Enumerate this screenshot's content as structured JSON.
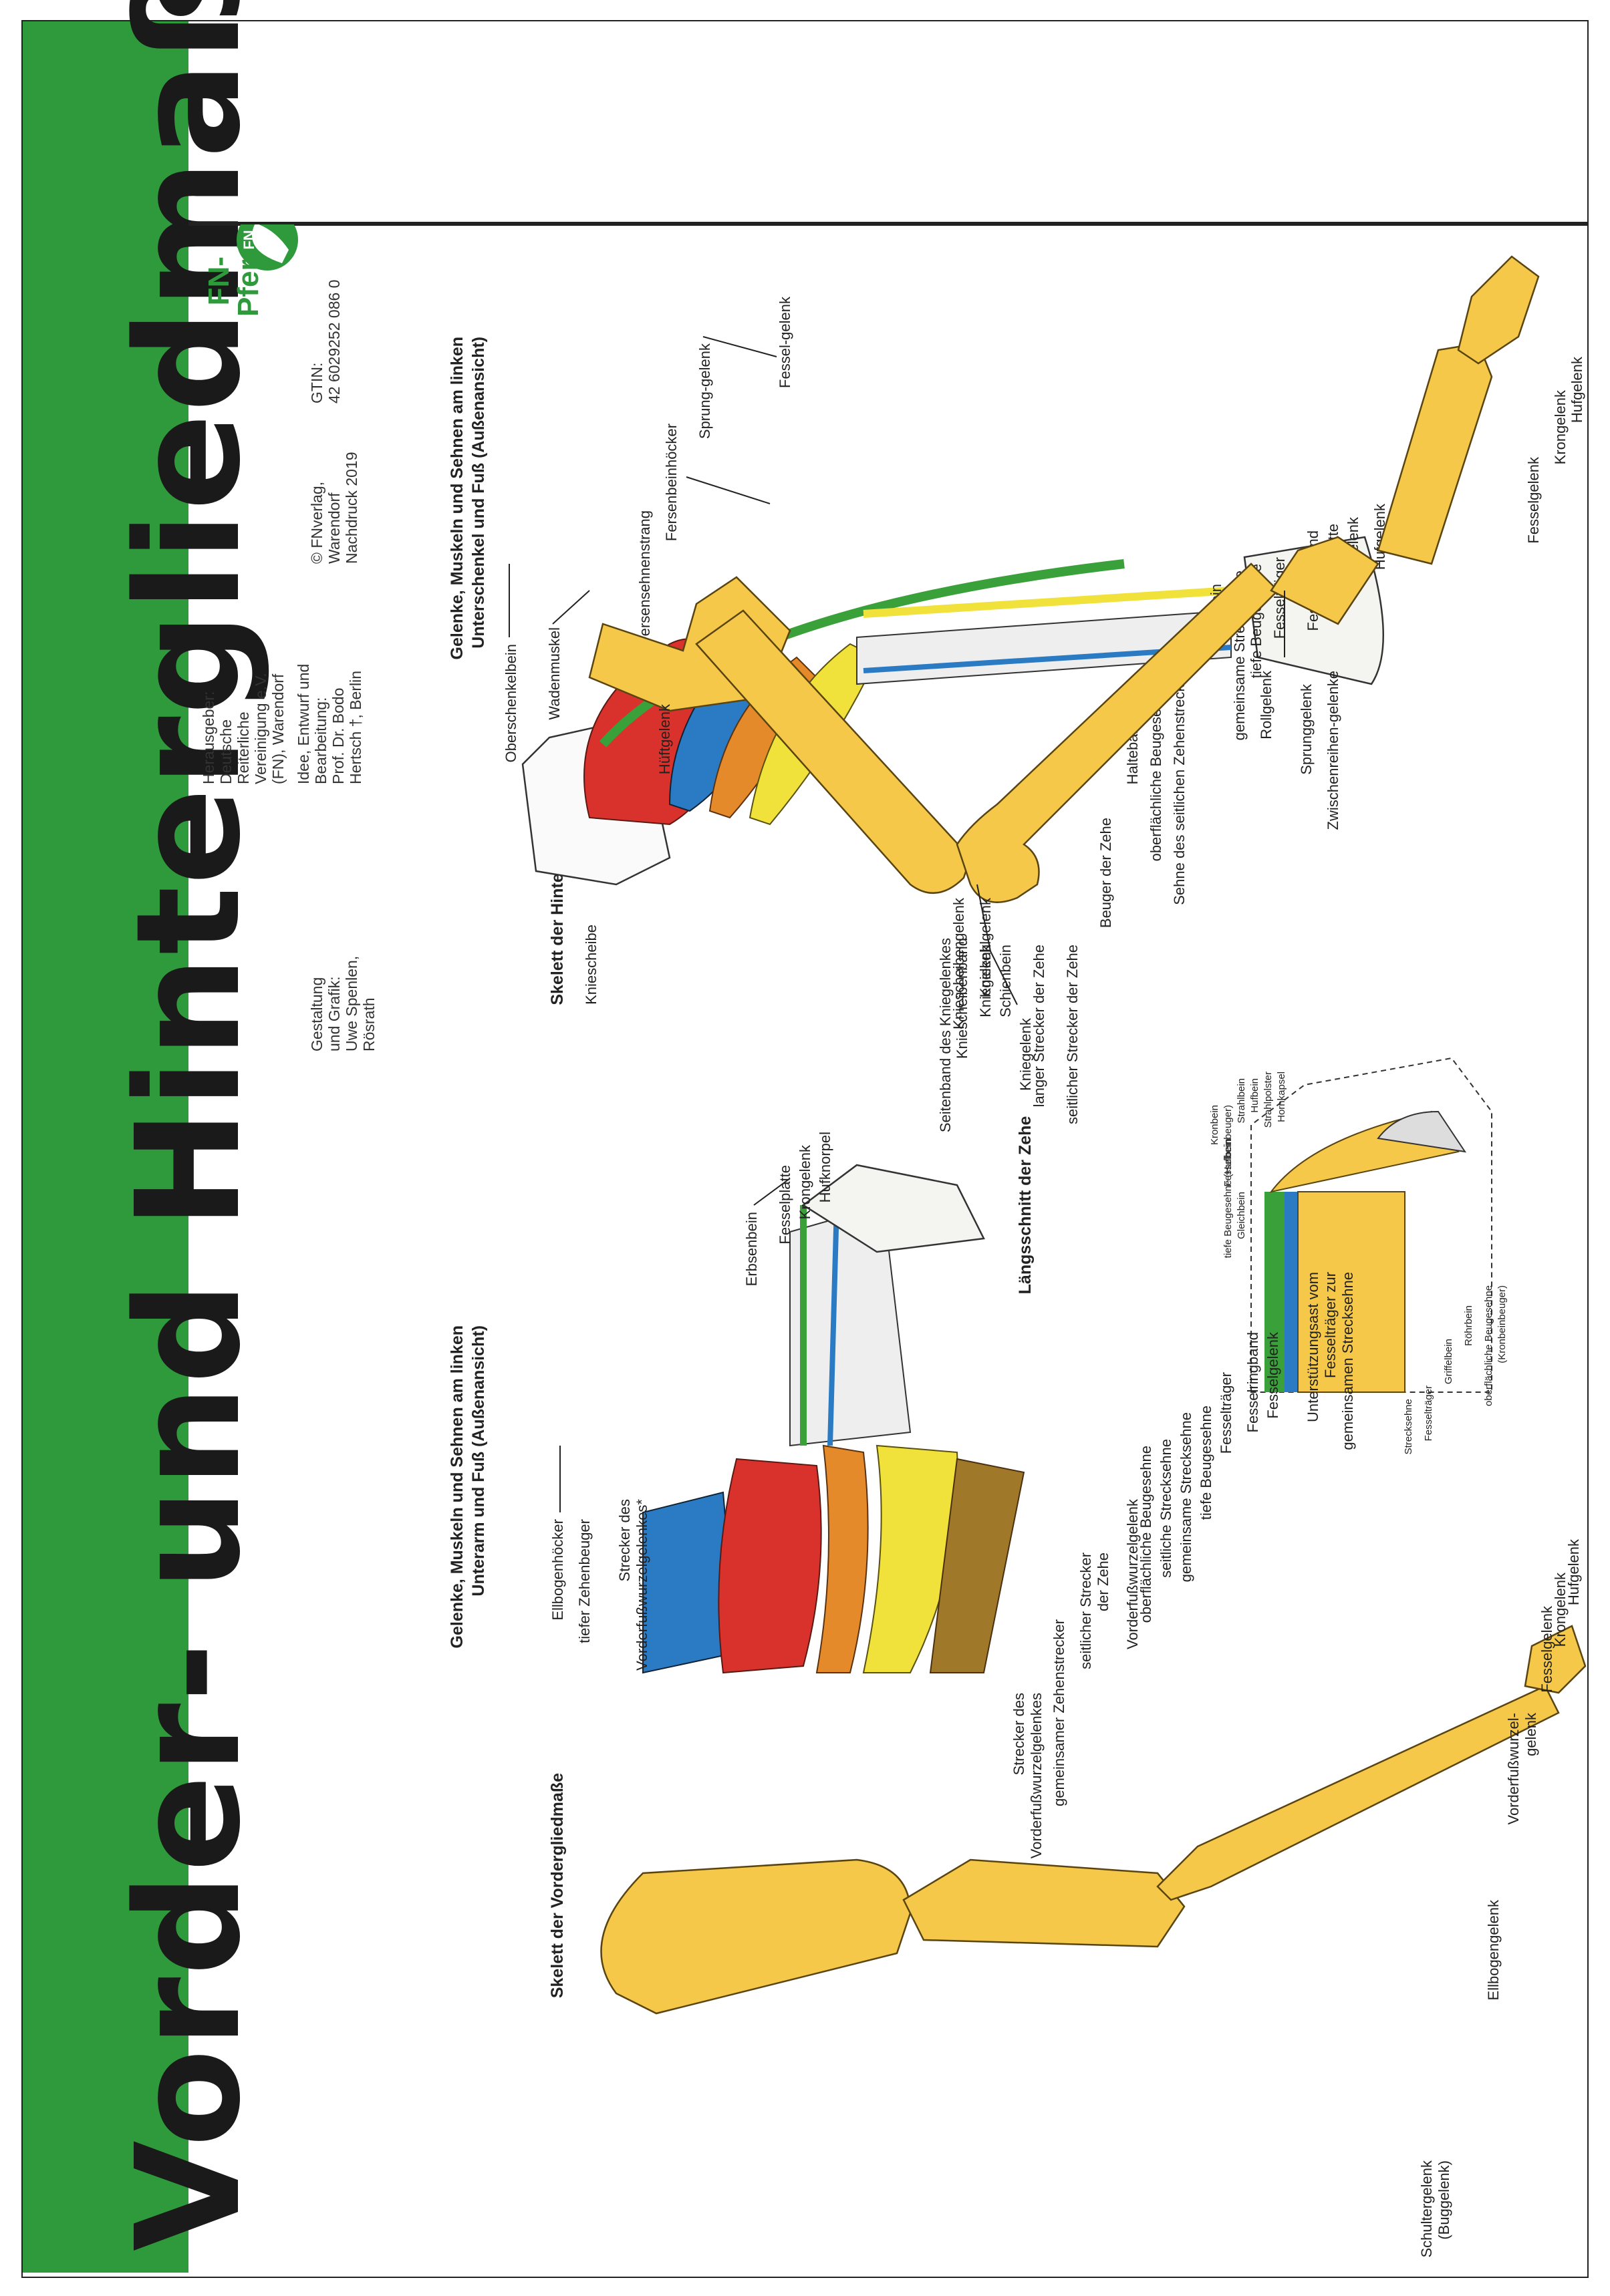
{
  "title": "Vorder- und Hintergliedmaße",
  "brand": {
    "name": "FN-",
    "line2": "Pferde-tafel"
  },
  "credits": {
    "publisher": "Herausgeber:",
    "publisher2": "Deutsche",
    "publisher3": "Reiterliche",
    "publisher4": "Vereinigung e.V.",
    "publisher5": "(FN), Warendorf",
    "idea": "Idee, Entwurf und",
    "idea2": "Bearbeitung:",
    "idea3": "Prof. Dr. Bodo",
    "idea4": "Hertsch †, Berlin",
    "design": "Gestaltung",
    "design2": "und Grafik:",
    "design3": "Uwe Spenlen,",
    "design4": "Rösrath",
    "copyright": "© FNverlag,",
    "copyright2": "Warendorf",
    "copyright3": "Nachdruck 2019",
    "gtin": "GTIN:",
    "gtin2": "42 6029252 086 0"
  },
  "sections": {
    "hind_muscles": "Gelenke, Muskeln und Sehnen am linken",
    "hind_muscles2": "Unterschenkel und Fuß (Außenansicht)",
    "hind_skeleton": "Skelett der Hintergliedmaße",
    "front_muscles": "Gelenke, Muskeln und Sehnen am linken",
    "front_muscles2": "Unterarm und Fuß (Außenansicht)",
    "front_skeleton": "Skelett der Vordergliedmaße",
    "toe_section": "Längsschnitt der Zehe"
  },
  "hind_muscles": {
    "labels": [
      "Oberschenkelbein",
      "Wadenmuskel",
      "Kniescheibe",
      "Fersensehnenstrang",
      "Fersenbeinhöcker",
      "Sprung-gelenk",
      "Fessel-gelenk",
      "Seitenband des Kniegelenkes",
      "Kniescheibenband",
      "Kniegelenk",
      "Schienbein",
      "langer Strecker der Zehe",
      "seitlicher Strecker der Zehe",
      "Beuger der Zehe",
      "Halteband",
      "oberflächliche Beugesehne",
      "Sehne des seitlichen Zehenstreckers",
      "Griffelbein",
      "gemeinsame Strecksehne",
      "tiefe Beugesehne",
      "Fesselträger",
      "Fesselringband",
      "Fesselplatte",
      "Krongelenk",
      "Hufgelenk"
    ]
  },
  "hind_skeleton": {
    "labels": [
      "Hüftgelenk",
      "Kniescheibengelenk",
      "Kniekehlgelenk",
      "Kniegelenk",
      "Rollgelenk",
      "Sprunggelenk",
      "Zwischenreihen-gelenke",
      "Fesselgelenk",
      "Krongelenk",
      "Hufgelenk"
    ]
  },
  "toe_section": {
    "labels": [
      "Strecksehne",
      "Fesselträger",
      "Griffelbein",
      "Röhrbein",
      "oberflächliche Beugesehne",
      "(Kronbeinbeuger)",
      "Gleichbein",
      "Fesselbein",
      "Kronbein",
      "tiefe Beugesehne (Hufbeinbeuger)",
      "Strahlbein",
      "Hufbein",
      "Strahlpolster",
      "Hornkapsel"
    ]
  },
  "front_muscles": {
    "labels": [
      "Ellbogenhöcker",
      "tiefer Zehenbeuger",
      "Strecker des",
      "Vorderfußwurzelgelenkes*",
      "Erbsenbein",
      "Fesselplatte",
      "Krongelenk",
      "Hufknorpel",
      "Strecker des",
      "Vorderfußwurzelgelenkes",
      "gemeinsamer Zehenstrecker",
      "seitlicher Strecker",
      "der Zehe",
      "Vorderfußwurzelgelenk",
      "oberflächliche Beugesehne",
      "seitliche Strecksehne",
      "gemeinsame Strecksehne",
      "tiefe Beugesehne",
      "Fesselträger",
      "Fesselringband",
      "Fesselgelenk",
      "Unterstützungsast vom",
      "Fesselträger zur",
      "gemeinsamen Strecksehne"
    ]
  },
  "front_skeleton": {
    "labels": [
      "Schultergelenk",
      "(Buggelenk)",
      "Ellbogengelenk",
      "Vorderfußwurzel-",
      "gelenk",
      "Fesselgelenk",
      "Krongelenk",
      "Hufgelenk"
    ]
  }
}
